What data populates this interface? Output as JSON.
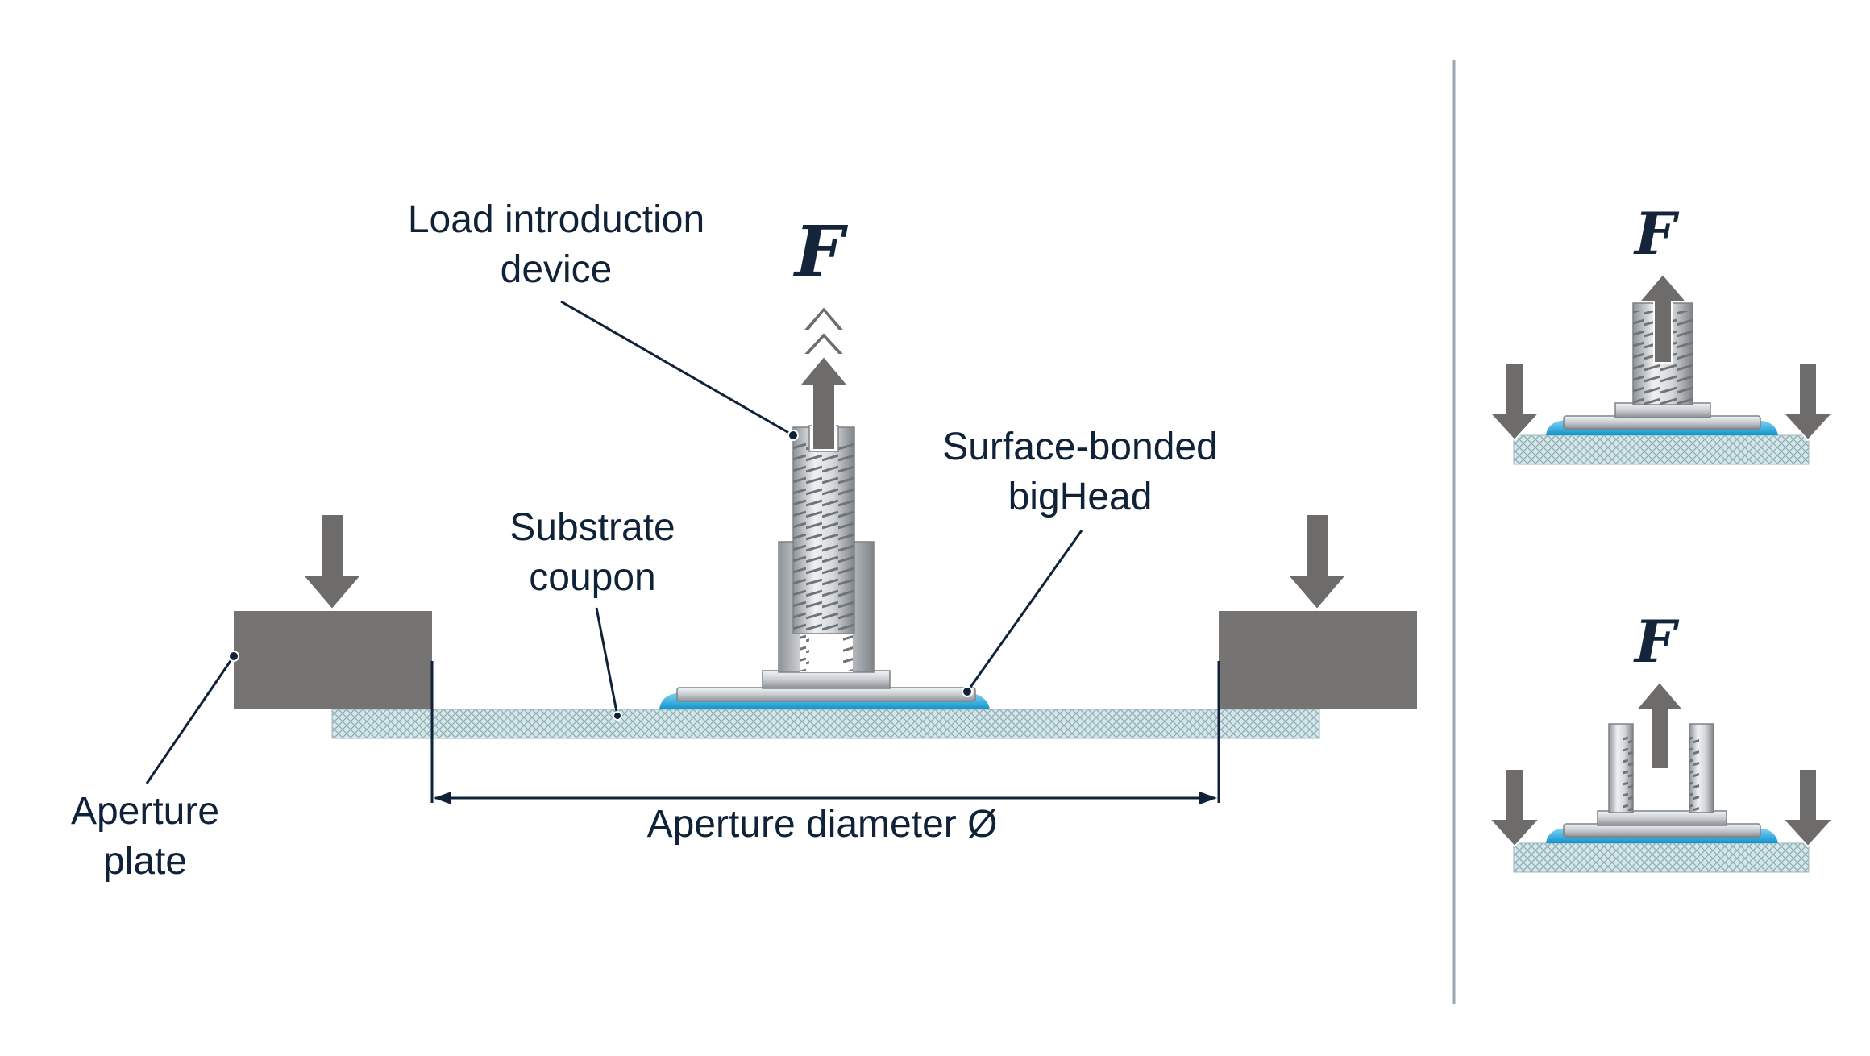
{
  "labels": {
    "load_device_line1": "Load introduction",
    "load_device_line2": "device",
    "substrate_line1": "Substrate",
    "substrate_line2": "coupon",
    "bighead_line1": "Surface-bonded",
    "bighead_line2": "bigHead",
    "aperture_plate_line1": "Aperture",
    "aperture_plate_line2": "plate",
    "aperture_diameter": "Aperture diameter Ø",
    "force_main": "F",
    "force_top_right": "F",
    "force_bottom_right": "F"
  },
  "colors": {
    "plate": "#767373",
    "arrow": "#6e6b6b",
    "coupon_fill": "#cfe3e6",
    "coupon_hatch": "#8eaab0",
    "adhesive": "#1aa7df",
    "metal_light": "#e6e8ea",
    "metal_dark": "#8a8f94",
    "divider": "#9aa5ae",
    "leader": "#0f2238"
  }
}
